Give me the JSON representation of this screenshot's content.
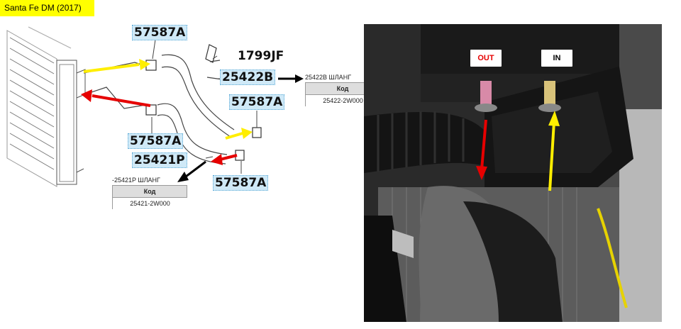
{
  "title": "Santa Fe DM (2017)",
  "callouts": {
    "c1": "57587A",
    "c2": "1799JF",
    "c3": "25422B",
    "c4": "57587A",
    "c5": "57587A",
    "c6": "25421P",
    "c7": "57587A"
  },
  "table_upper": {
    "header": "25422B  ШЛАНГ",
    "kod": "Код",
    "value": "25422-2W000"
  },
  "table_lower": {
    "header": "-25421P  ШЛАНГ",
    "kod": "Код",
    "value": "25421-2W000"
  },
  "photo": {
    "out_label": "OUT",
    "in_label": "IN"
  },
  "colors": {
    "yellow_arrow": "#ffee00",
    "red_arrow": "#e60000",
    "title_bg": "#ffff00",
    "callout_bg": "#cfe9f7"
  }
}
